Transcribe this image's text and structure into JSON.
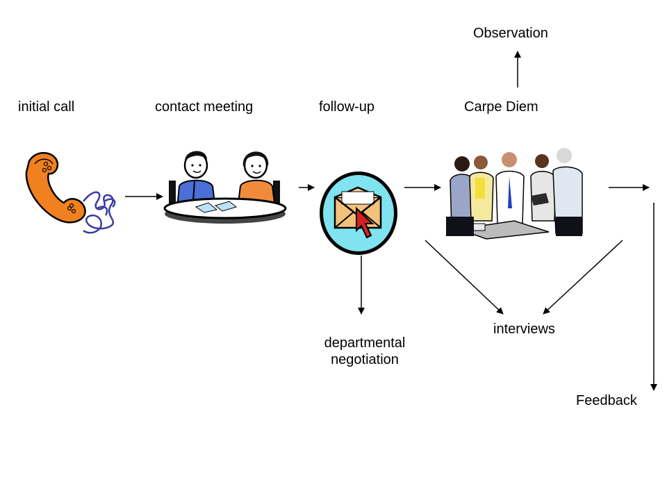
{
  "labels": {
    "initial_call": "initial call",
    "contact_meeting": "contact meeting",
    "follow_up": "follow-up",
    "carpe_diem": "Carpe Diem",
    "observation": "Observation",
    "departmental_line1": "departmental",
    "departmental_line2": "negotiation",
    "interviews": "interviews",
    "feedback": "Feedback"
  },
  "icons": {
    "step1": "telephone-icon",
    "step2": "meeting-table-icon",
    "step3": "email-envelope-icon",
    "step4": "business-team-icon"
  },
  "colors": {
    "phone": "#f08020",
    "shirt_blue": "#4a6fd6",
    "shirt_orange": "#f08b3c",
    "email_bg": "#7fe3f0",
    "arrow": "#000000"
  }
}
